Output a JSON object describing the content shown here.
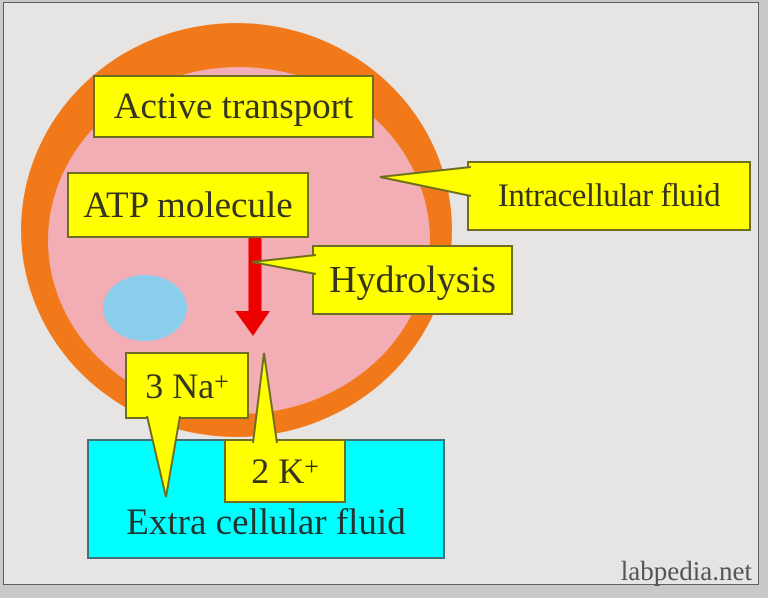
{
  "watermark": "labpedia.net",
  "labels": {
    "active_transport": "Active transport",
    "atp_molecule": "ATP molecule",
    "intracellular_fluid": "Intracellular fluid",
    "hydrolysis": "Hydrolysis",
    "sodium_base": "3 Na",
    "sodium_sup": "+",
    "potassium_base": "2 K",
    "potassium_sup": "+",
    "extracellular_fluid": "Extra cellular fluid"
  },
  "colors": {
    "outer_bg": "#c9c9c9",
    "canvas_bg": "#e6e5e3",
    "membrane": "#F1791A",
    "cytoplasm": "#F3AEB5",
    "organelle": "#8BCEEC",
    "extracellular_bg": "#00FFFF",
    "extracellular_border": "#40707A",
    "arrow": "#EC0000",
    "label_bg": "#FFFF00",
    "label_border": "#6E6E1E",
    "text": "#35351F",
    "watermark_text": "#50555A"
  }
}
